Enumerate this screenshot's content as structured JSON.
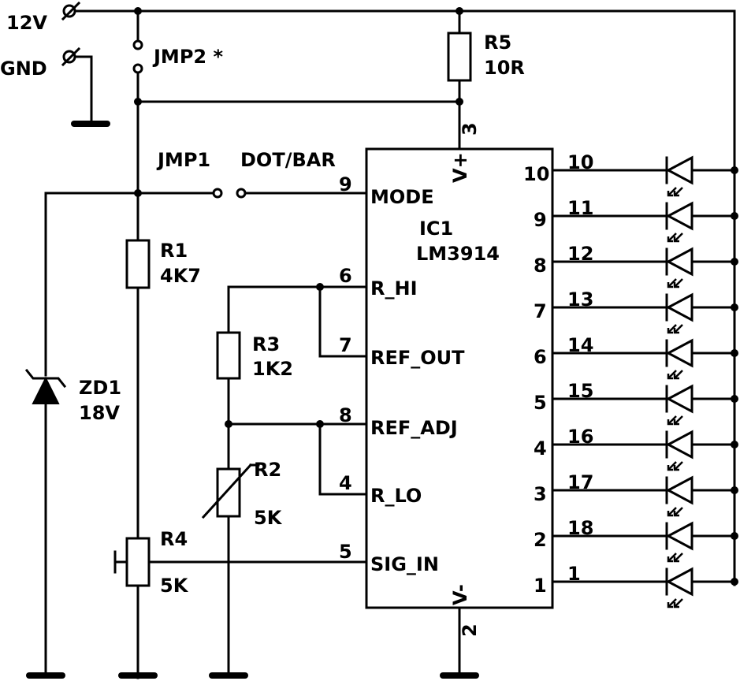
{
  "power": {
    "v12": "12V",
    "gnd": "GND"
  },
  "jumpers": {
    "jmp2": "JMP2 *",
    "jmp1": "JMP1",
    "dotbar": "DOT/BAR"
  },
  "r5": {
    "ref": "R5",
    "value": "10R"
  },
  "r1": {
    "ref": "R1",
    "value": "4K7"
  },
  "r3": {
    "ref": "R3",
    "value": "1K2"
  },
  "r2": {
    "ref": "R2",
    "value": "5K"
  },
  "r4": {
    "ref": "R4",
    "value": "5K"
  },
  "zd1": {
    "ref": "ZD1",
    "value": "18V"
  },
  "ic": {
    "ref": "IC1",
    "part": "LM3914",
    "vplus": "V+",
    "vminus": "V-",
    "vplus_pin": "3",
    "vminus_pin": "2",
    "left_pins": [
      {
        "num": "9",
        "name": "MODE"
      },
      {
        "num": "6",
        "name": "R_HI"
      },
      {
        "num": "7",
        "name": "REF_OUT"
      },
      {
        "num": "8",
        "name": "REF_ADJ"
      },
      {
        "num": "4",
        "name": "R_LO"
      },
      {
        "num": "5",
        "name": "SIG_IN"
      }
    ],
    "right_pins": [
      {
        "inner": "10",
        "outer": "10"
      },
      {
        "inner": "9",
        "outer": "11"
      },
      {
        "inner": "8",
        "outer": "12"
      },
      {
        "inner": "7",
        "outer": "13"
      },
      {
        "inner": "6",
        "outer": "14"
      },
      {
        "inner": "5",
        "outer": "15"
      },
      {
        "inner": "4",
        "outer": "16"
      },
      {
        "inner": "3",
        "outer": "17"
      },
      {
        "inner": "2",
        "outer": "18"
      },
      {
        "inner": "1",
        "outer": "1"
      }
    ]
  }
}
